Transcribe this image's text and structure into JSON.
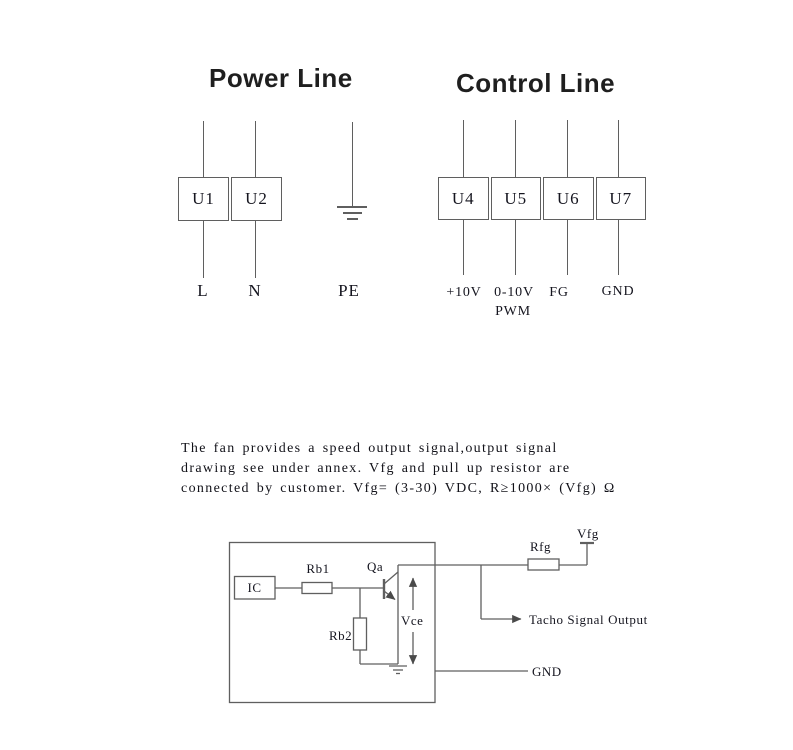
{
  "page": {
    "background": "#ffffff",
    "line_color": "#5f5f5f",
    "text_color": "#15151f"
  },
  "power_section": {
    "title": "Power Line",
    "terminals": [
      "U1",
      "U2"
    ],
    "pin_labels": [
      "L",
      "N"
    ],
    "ground_label": "PE"
  },
  "control_section": {
    "title": "Control Line",
    "terminals": [
      "U4",
      "U5",
      "U6",
      "U7"
    ],
    "pin_labels": [
      "+10V",
      "0-10V",
      "FG",
      "GND"
    ],
    "pin_sublabel": "PWM"
  },
  "note": {
    "lines": [
      "The fan provides a speed output signal,output signal",
      "drawing see under annex. Vfg and pull up resistor are",
      "connected by customer. Vfg= (3-30) VDC, R≥1000× (Vfg) Ω"
    ]
  },
  "circuit": {
    "ic": "IC",
    "rb1": "Rb1",
    "rb2": "Rb2",
    "qa": "Qa",
    "vce": "Vce",
    "rfg": "Rfg",
    "vfg": "Vfg",
    "tacho_output": "Tacho Signal Output",
    "gnd": "GND"
  }
}
